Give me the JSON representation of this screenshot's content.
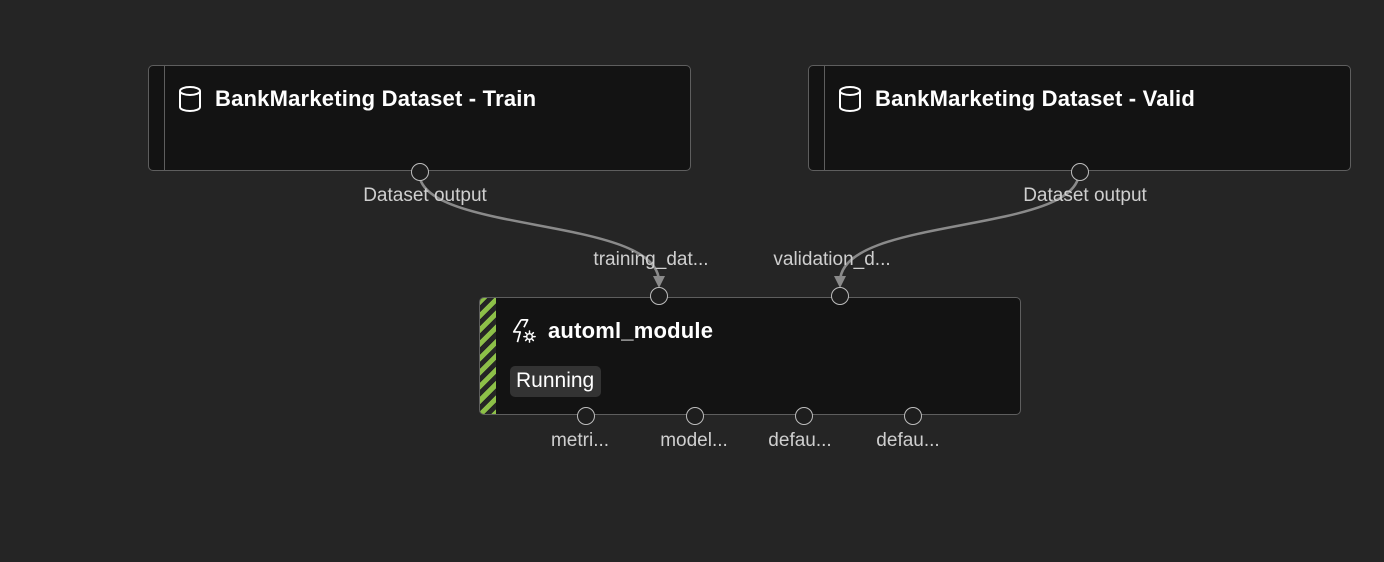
{
  "nodes": {
    "train": {
      "title": "BankMarketing Dataset - Train",
      "icon": "database-icon",
      "output_port_label": "Dataset output"
    },
    "valid": {
      "title": "BankMarketing Dataset - Valid",
      "icon": "database-icon",
      "output_port_label": "Dataset output"
    },
    "automl": {
      "title": "automl_module",
      "icon": "automl-lightning-gear-icon",
      "status": "Running",
      "input_ports": [
        "training_dat...",
        "validation_d..."
      ],
      "output_ports": [
        "metri...",
        "model...",
        "defau...",
        "defau..."
      ]
    }
  },
  "colors": {
    "canvas_background": "#252525",
    "node_background": "#131313",
    "node_border": "#5e5e5e",
    "edge": "#8a8a8a",
    "running_stripe": "#8dc048",
    "status_chip_background": "#333333"
  }
}
